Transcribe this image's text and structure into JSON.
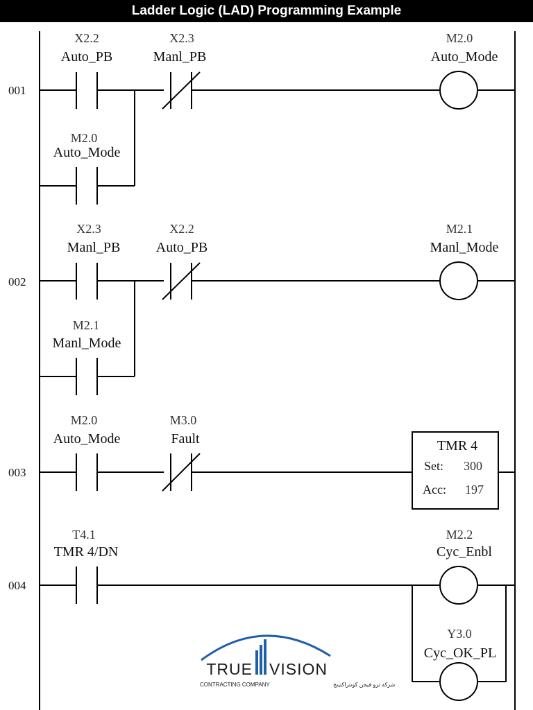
{
  "title": "Ladder Logic (LAD) Programming Example",
  "rungs": [
    {
      "number": "001",
      "contacts": [
        {
          "address": "X2.2",
          "name": "Auto_PB"
        },
        {
          "address": "X2.3",
          "name": "Manl_PB"
        }
      ],
      "branch": {
        "address": "M2.0",
        "name": "Auto_Mode"
      },
      "output": {
        "address": "M2.0",
        "name": "Auto_Mode"
      }
    },
    {
      "number": "002",
      "contacts": [
        {
          "address": "X2.3",
          "name": "Manl_PB"
        },
        {
          "address": "X2.2",
          "name": "Auto_PB"
        }
      ],
      "branch": {
        "address": "M2.1",
        "name": "Manl_Mode"
      },
      "output": {
        "address": "M2.1",
        "name": "Manl_Mode"
      }
    },
    {
      "number": "003",
      "contacts": [
        {
          "address": "M2.0",
          "name": "Auto_Mode"
        },
        {
          "address": "M3.0",
          "name": "Fault"
        }
      ],
      "timer": {
        "name": "TMR 4",
        "set_label": "Set:",
        "set_value": "300",
        "acc_label": "Acc:",
        "acc_value": "197"
      }
    },
    {
      "number": "004",
      "contacts": [
        {
          "address": "T4.1",
          "name": "TMR 4/DN"
        }
      ],
      "output": {
        "address": "M2.2",
        "name": "Cyc_Enbl"
      },
      "output2": {
        "address": "Y3.0",
        "name": "Cyc_OK_PL"
      }
    }
  ],
  "logo": {
    "word_left": "TRUE",
    "word_right": "VISION",
    "subtitle": "CONTRACTING COMPANY",
    "subtitle_arabic": "شركة ترو فيجن كونتراكتينج",
    "colors": {
      "arc": "#1f5fa8",
      "bars": "#1f5fa8",
      "text": "#1a1a1a"
    }
  }
}
